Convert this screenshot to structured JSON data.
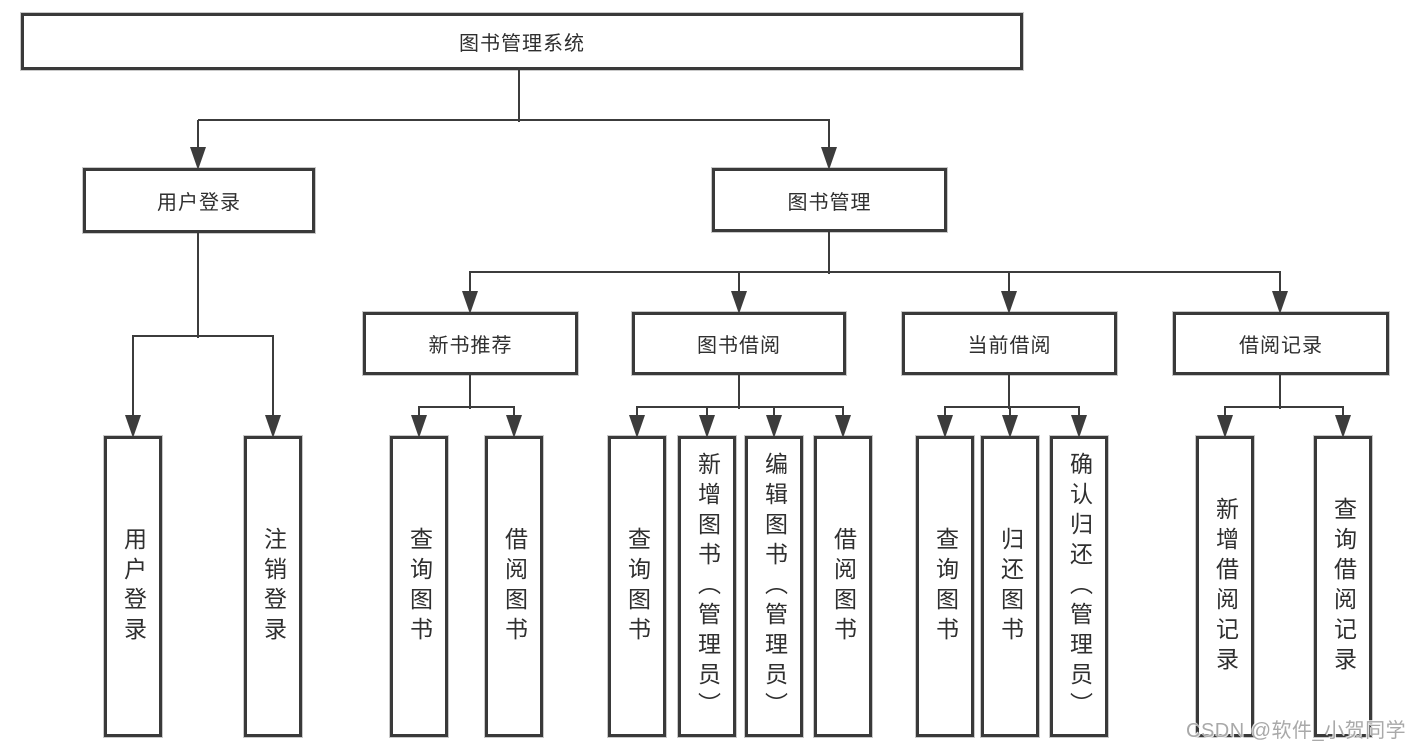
{
  "diagram": {
    "root": {
      "label": "图书管理系统"
    },
    "branches": [
      {
        "label": "用户登录",
        "children": [
          {
            "label": "用户登录"
          },
          {
            "label": "注销登录"
          }
        ]
      },
      {
        "label": "图书管理",
        "children": [
          {
            "label": "新书推荐",
            "children": [
              {
                "label": "查询图书"
              },
              {
                "label": "借阅图书"
              }
            ]
          },
          {
            "label": "图书借阅",
            "children": [
              {
                "label": "查询图书"
              },
              {
                "label": "新增图书（管理员）"
              },
              {
                "label": "编辑图书（管理员）"
              },
              {
                "label": "借阅图书"
              }
            ]
          },
          {
            "label": "当前借阅",
            "children": [
              {
                "label": "查询图书"
              },
              {
                "label": "归还图书"
              },
              {
                "label": "确认归还（管理员）"
              }
            ]
          },
          {
            "label": "借阅记录",
            "children": [
              {
                "label": "新增借阅记录"
              },
              {
                "label": "查询借阅记录"
              }
            ]
          }
        ]
      }
    ]
  },
  "watermark": {
    "text": "CSDN @软件_小贺同学"
  },
  "colors": {
    "background": "#ffffff",
    "box_border": "#3a3a3a",
    "connector_line": "#3c3c3c",
    "text": "#2f2f2f",
    "watermark_text": "#a9a9a9"
  }
}
